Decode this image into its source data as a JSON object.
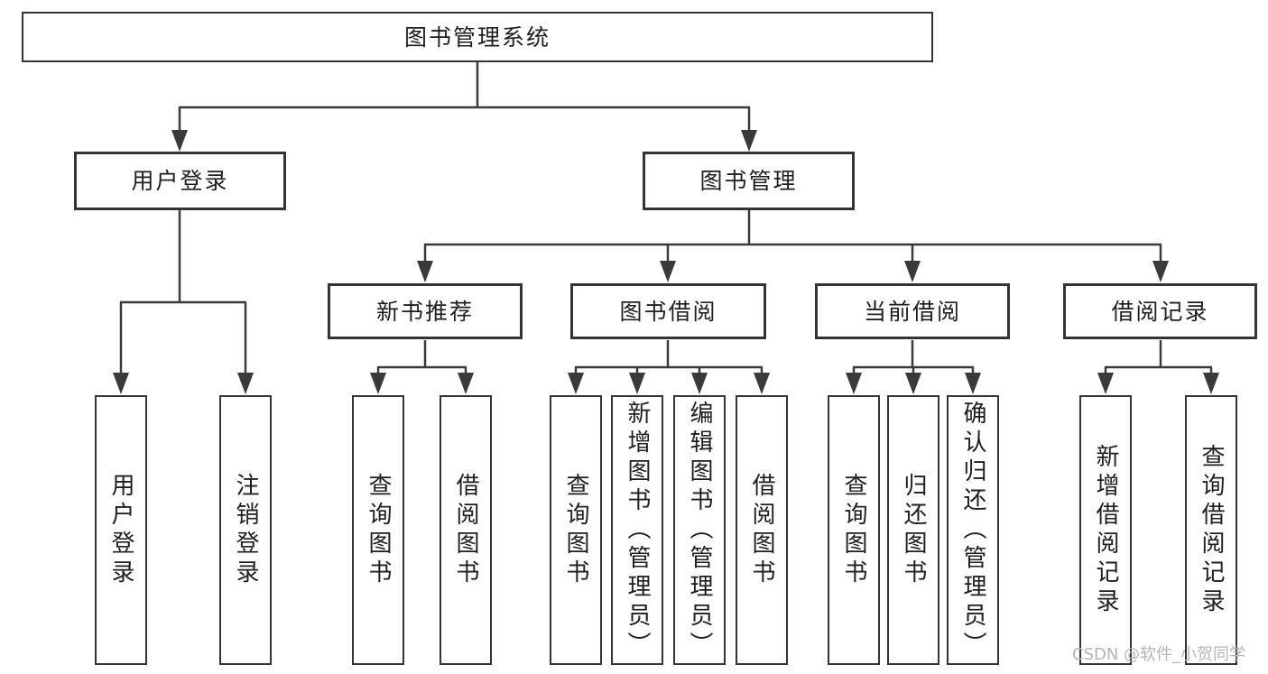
{
  "diagram": {
    "root": {
      "label": "图书管理系统"
    },
    "level2": [
      {
        "label": "用户登录",
        "children": [
          {
            "label": "用户登录"
          },
          {
            "label": "注销登录"
          }
        ]
      },
      {
        "label": "图书管理",
        "children": [
          {
            "label": "新书推荐",
            "children": [
              {
                "label": "查询图书"
              },
              {
                "label": "借阅图书"
              }
            ]
          },
          {
            "label": "图书借阅",
            "children": [
              {
                "label": "查询图书"
              },
              {
                "label": "新增图书（管理员）"
              },
              {
                "label": "编辑图书（管理员）"
              },
              {
                "label": "借阅图书"
              }
            ]
          },
          {
            "label": "当前借阅",
            "children": [
              {
                "label": "查询图书"
              },
              {
                "label": "归还图书"
              },
              {
                "label": "确认归还（管理员）"
              }
            ]
          },
          {
            "label": "借阅记录",
            "children": [
              {
                "label": "新增借阅记录"
              },
              {
                "label": "查询借阅记录"
              }
            ]
          }
        ]
      }
    ]
  },
  "watermark": {
    "text": "CSDN @软件_小贺同学"
  },
  "colors": {
    "line": "#3a3a3a",
    "box_border": "#343434",
    "text": "#1e1e1e",
    "watermark": "#b5b5b5",
    "background": "#ffffff"
  }
}
